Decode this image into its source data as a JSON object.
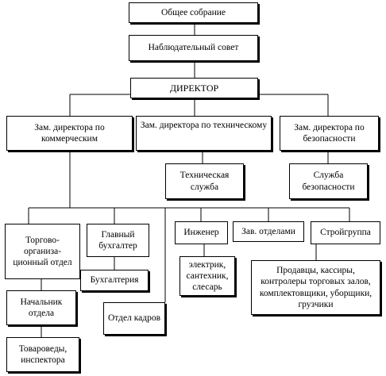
{
  "chart": {
    "assembly": "Общее собрание",
    "board": "Наблюдательный совет",
    "director": "ДИРЕКТОР",
    "deputy_commercial": "Зам. директора по коммерческим",
    "deputy_technical": "Зам. директора по техническому",
    "deputy_security": "Зам. директора по безопасности",
    "technical_service": "Техническая служба",
    "security_service": "Служба безопасности",
    "trade_org_dept": "Торгово-организа-ционный отдел",
    "chief_accountant": "Главный бухгалтер",
    "engineer": "Инженер",
    "head_of_departments": "Зав. отделами",
    "construction_group": "Стройгруппа",
    "accounting": "Бухгалтерия",
    "electricians": "электрик, сантехник, слесарь",
    "sales_staff": "Продавцы, кассиры, контролеры торговых залов, комплектовщики, уборщики, грузчики",
    "dept_head": "Начальник отдела",
    "hr_dept": "Отдел кадров",
    "merchandisers": "Товароведы, инспектора"
  }
}
